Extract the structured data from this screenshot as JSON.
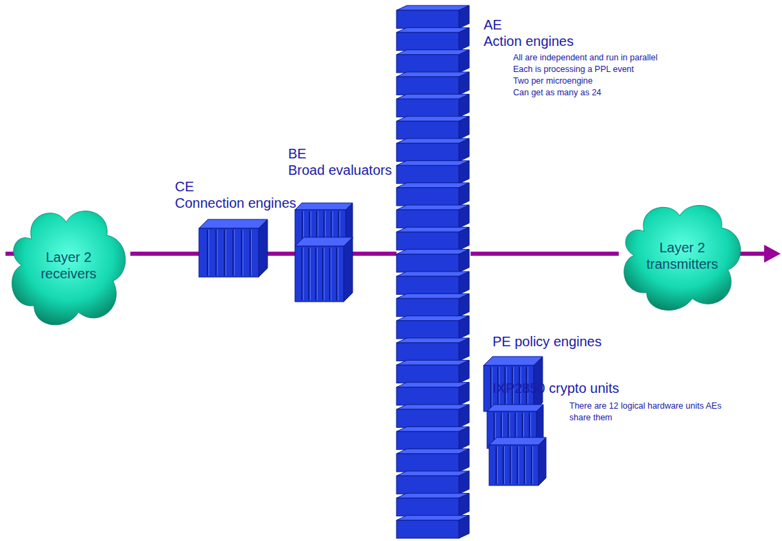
{
  "diagram": {
    "nodes": [
      {
        "text": [
          "Layer 2 receivers"
        ]
      },
      {
        "text": [
          "CE",
          "Connection engines"
        ]
      },
      {
        "text": [
          "BE",
          "Broad evaluators"
        ]
      },
      {
        "text": [
          "AE",
          "Action engines",
          "All are independent and run in parallel",
          "Each is processing a PPL event",
          "Two per microengine",
          "Can get as many as 24"
        ]
      },
      {
        "text": [
          "Layer 2 transmitters"
        ]
      },
      {
        "text": [
          "PE policy engines"
        ]
      },
      {
        "text": [
          "IXP2850 crypto units",
          "There are 12 logical hardware units AEs share them"
        ]
      }
    ],
    "edges": [
      {
        "from": 0,
        "to": 1,
        "arrow": "none"
      },
      {
        "from": 1,
        "to": 2,
        "arrow": "none"
      },
      {
        "from": 2,
        "to": 3,
        "arrow": "none"
      },
      {
        "from": 3,
        "to": 4,
        "arrow": "none"
      }
    ]
  }
}
